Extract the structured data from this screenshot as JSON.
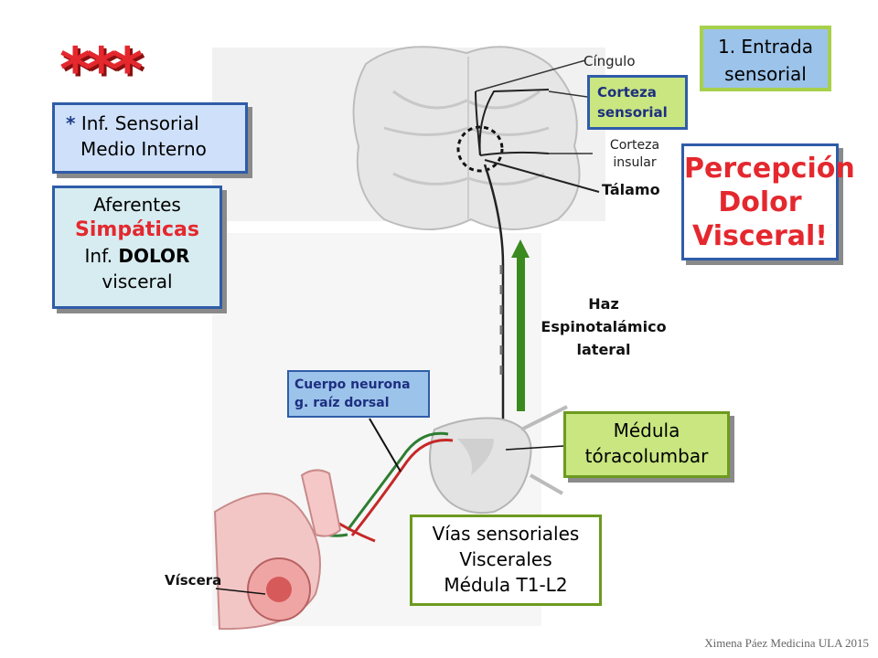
{
  "stars": "***",
  "box_entrada": [
    "1. Entrada",
    "sensorial"
  ],
  "box_inf": {
    "bullet": "*",
    "lines": [
      "Inf. Sensorial",
      "Medio Interno"
    ]
  },
  "box_aferentes": {
    "line1": "Aferentes",
    "line2": "Simpáticas",
    "line3a": "Inf. ",
    "line3b": "DOLOR",
    "line4": "visceral"
  },
  "box_percepcion": [
    "Percepción",
    "Dolor",
    "Visceral!"
  ],
  "labels": {
    "cingulo": "Cíngulo",
    "corteza_sensorial": [
      "Corteza",
      "sensorial"
    ],
    "corteza_insular": [
      "Corteza",
      "insular"
    ],
    "talamo": "Tálamo",
    "haz": [
      "Haz",
      "Espinotalámico",
      "lateral"
    ],
    "cuerpo": [
      "Cuerpo neurona",
      "g. raíz dorsal"
    ],
    "visceral": "Víscera"
  },
  "box_medula": [
    "Médula",
    "tóracolumbar"
  ],
  "box_vias": [
    "Vías sensoriales",
    "Viscerales",
    "Médula T1-L2"
  ],
  "footer": "Ximena Páez Medicina ULA 2015",
  "colors": {
    "red": "#e4282e",
    "green_border": "#6c9a1f",
    "blue_border": "#2f5ca8",
    "arrow": "#3a8a1f"
  }
}
